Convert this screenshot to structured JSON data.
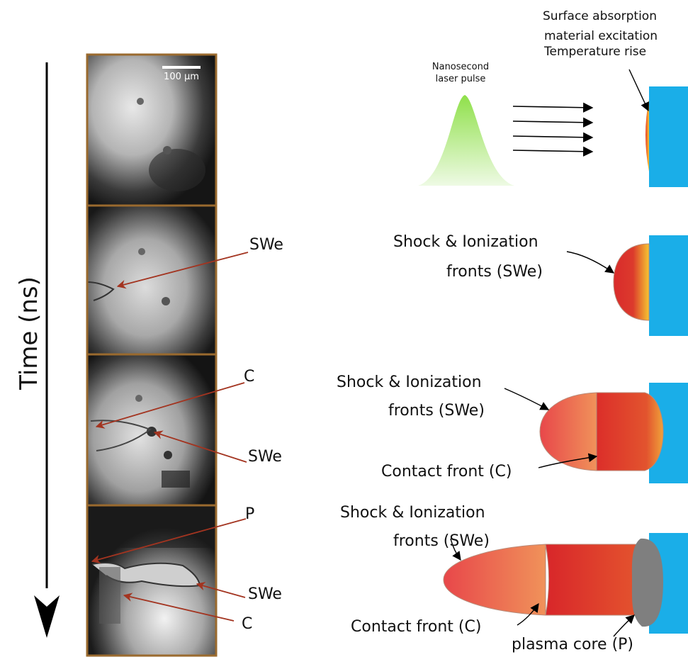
{
  "time_axis_label": "Time (ns)",
  "scale_bar_label": "100 μm",
  "panel1": {
    "pulse_label_line1": "Nanosecond",
    "pulse_label_line2": "laser pulse",
    "surface_line1": "Surface absorption",
    "surface_line2": "material excitation",
    "surface_line3": "Temperature rise"
  },
  "panel2": {
    "front_line1": "Shock & Ionization",
    "front_line2": "fronts (SWe)",
    "photo_label_swe": "SWe"
  },
  "panel3": {
    "front_line1": "Shock & Ionization",
    "front_line2": "fronts (SWe)",
    "contact_label": "Contact front (C)",
    "photo_label_c": "C",
    "photo_label_swe": "SWe"
  },
  "panel4": {
    "front_line1": "Shock & Ionization",
    "front_line2": "fronts (SWe)",
    "contact_label": "Contact front (C)",
    "core_label": "plasma core (P)",
    "photo_label_p": "P",
    "photo_label_swe": "SWe",
    "photo_label_c": "C"
  },
  "colors": {
    "frame_border": "#9a6a2e",
    "target": "#1aaee8",
    "pointer_red": "#a33420",
    "pulse": "#9be05a"
  }
}
